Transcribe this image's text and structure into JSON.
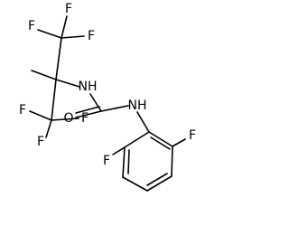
{
  "diagram": {
    "type": "chemical-structure",
    "atoms": {
      "f_top_left": "F",
      "f_top_center": "F",
      "f_top_right": "F",
      "f_bottom_left": "F",
      "f_bottom_center": "F",
      "f_bottom_right": "F",
      "nh_left": "NH",
      "nh_right": "NH",
      "o": "O",
      "f_ring_right": "F",
      "f_ring_left": "F"
    }
  }
}
